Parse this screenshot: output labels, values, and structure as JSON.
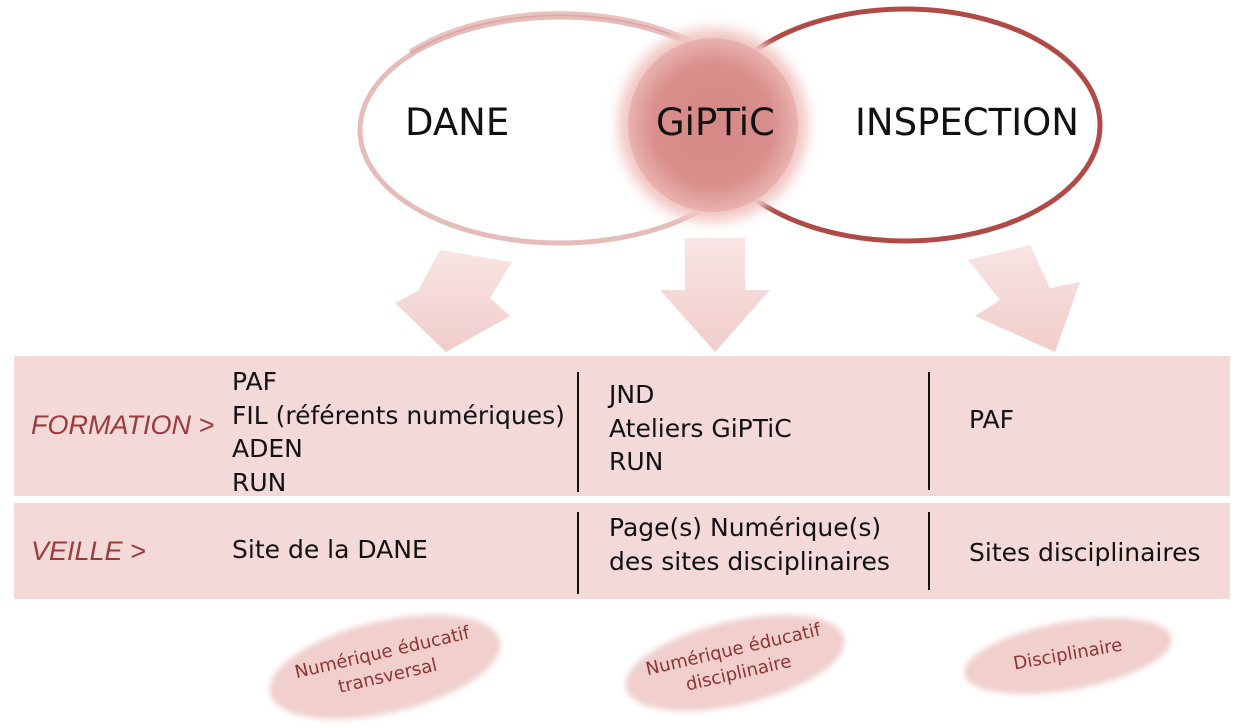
{
  "circles": {
    "left": "DANE",
    "center": "GiPTiC",
    "right": "INSPECTION"
  },
  "rows": [
    {
      "label": "FORMATION >",
      "cells": [
        [
          "PAF",
          "FIL (référents numériques)",
          "ADEN",
          "RUN"
        ],
        [
          "JND",
          "Ateliers GiPTiC",
          "RUN"
        ],
        [
          "PAF"
        ]
      ]
    },
    {
      "label": "VEILLE >",
      "cells": [
        [
          "Site de la DANE"
        ],
        [
          "Page(s) Numérique(s)",
          "des sites disciplinaires"
        ],
        [
          "Sites disciplinaires"
        ]
      ]
    }
  ],
  "tags": [
    [
      "Numérique éducatif",
      "transversal"
    ],
    [
      "Numérique éducatif",
      "disciplinaire"
    ],
    [
      "Disciplinaire"
    ]
  ],
  "colors": {
    "band": "#f3d9d7",
    "accent": "#9b3b3b",
    "arrow": "#f1cfcc",
    "tag_fill": "#f0cfcd"
  }
}
